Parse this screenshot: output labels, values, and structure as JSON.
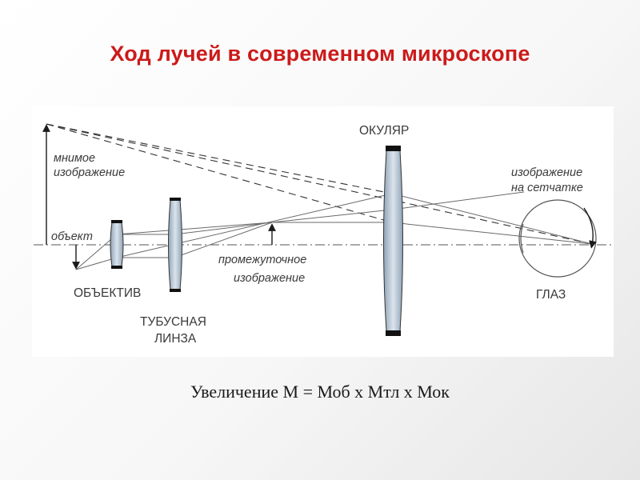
{
  "title": "Ход лучей в современном микроскопе",
  "labels": {
    "imaginary_image_1": "мнимое",
    "imaginary_image_2": "изображение",
    "object": "объект",
    "objective": "ОБЪЕКТИВ",
    "tube_lens_1": "ТУБУСНАЯ",
    "tube_lens_2": "ЛИНЗА",
    "intermediate_1": "промежуточное",
    "intermediate_2": "изображение",
    "eyepiece": "ОКУЛЯР",
    "retina_1": "изображение",
    "retina_2": "на сетчатке",
    "eye": "ГЛАЗ"
  },
  "formula": "Увеличение М = Моб х Мтл х Мок",
  "colors": {
    "title": "#cc1a1a",
    "ray": "#6a6a6a",
    "lens_fill": "#b7c5d3",
    "lens_edge": "#111111"
  }
}
